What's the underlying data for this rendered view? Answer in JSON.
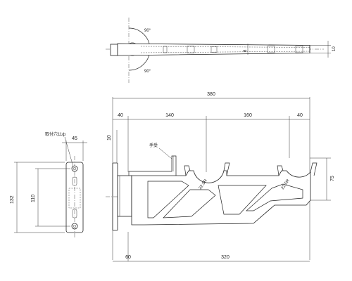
{
  "top_view": {
    "angle_upper": "90°",
    "angle_lower": "90°",
    "dim_8": "8",
    "dim_10": "10"
  },
  "front_view": {
    "overall_width": "380",
    "dim_40_left": "40",
    "dim_140": "140",
    "dim_160": "160",
    "dim_40_right": "40",
    "dim_10": "10",
    "bottom_60": "60",
    "bottom_320": "320",
    "hand_rest_label": "手受",
    "r_label_1": "22.5R",
    "r_label_2": "22.5R",
    "height_75": "75"
  },
  "side_view": {
    "hole_label": "取付穴11ф",
    "width_45": "45",
    "height_132": "132",
    "height_110": "110"
  }
}
